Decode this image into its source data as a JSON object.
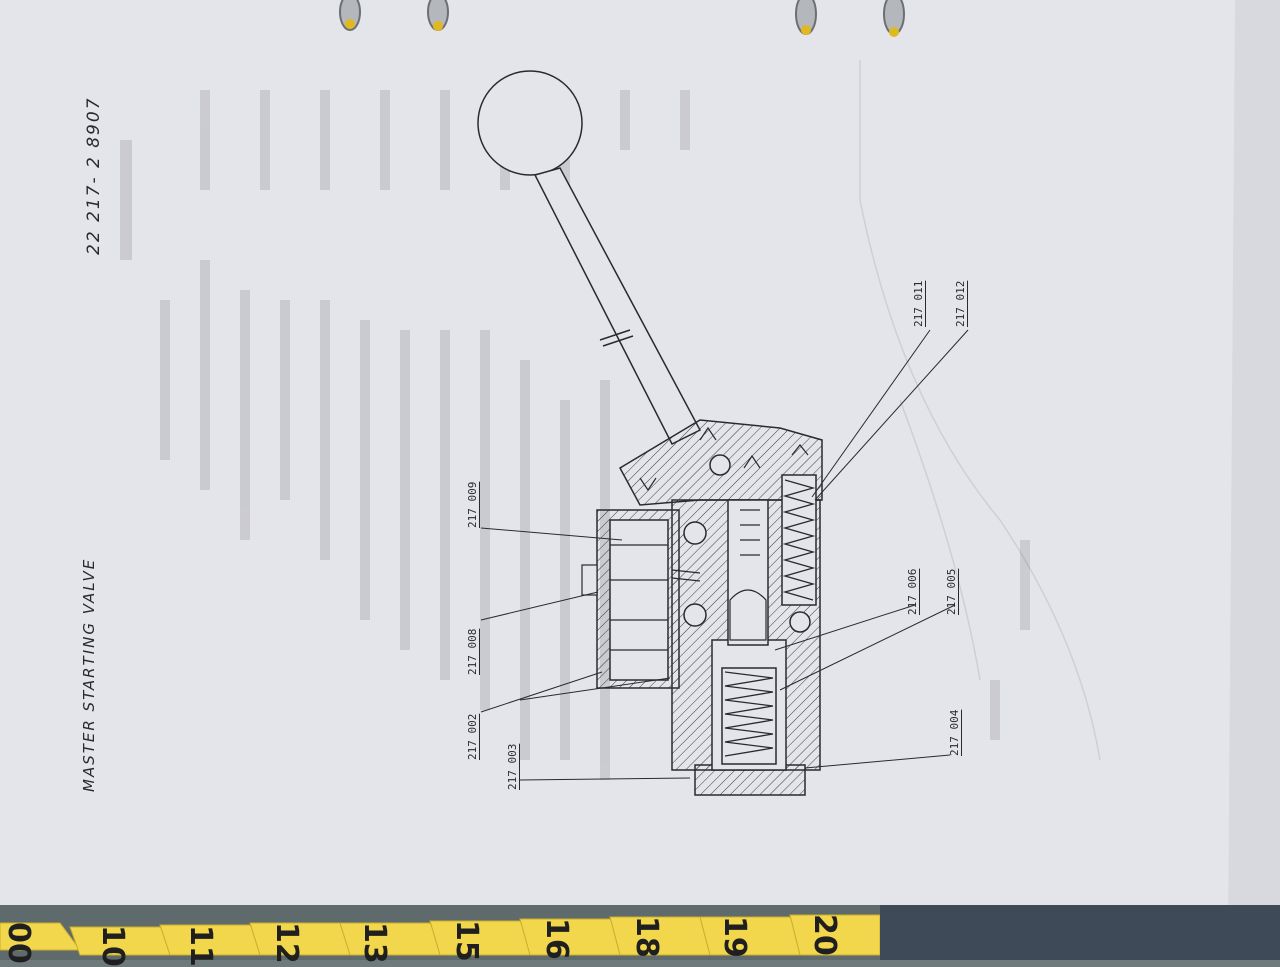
{
  "document": {
    "title": "MASTER STARTING VALVE",
    "doc_number": "22 217- 2 8907"
  },
  "part_labels": [
    {
      "id": "217 002"
    },
    {
      "id": "217 003"
    },
    {
      "id": "217 008"
    },
    {
      "id": "217 009"
    },
    {
      "id": "217 004"
    },
    {
      "id": "217 005"
    },
    {
      "id": "217 006"
    },
    {
      "id": "217 011"
    },
    {
      "id": "217 012"
    }
  ],
  "index_tabs": [
    "00",
    "10",
    "11",
    "12",
    "13",
    "15",
    "16",
    "18",
    "19",
    "20"
  ],
  "colors": {
    "paper": "#e4e5ea",
    "ink": "#2a2a2e",
    "tab_yellow": "#f2d64b",
    "background": "#6f7a7c"
  }
}
